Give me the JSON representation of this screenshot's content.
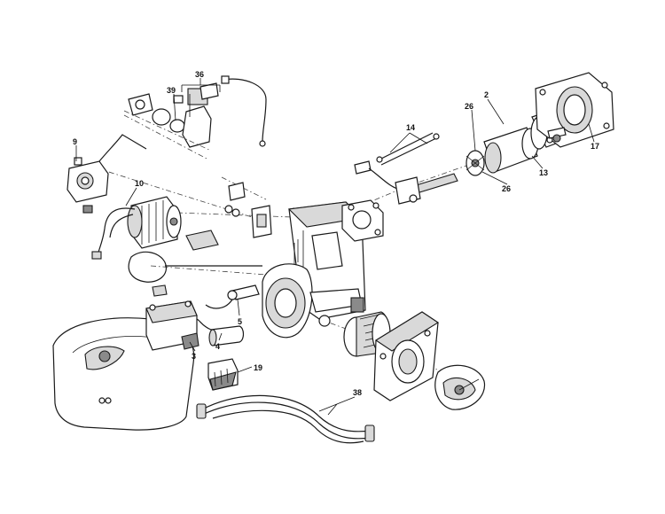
{
  "callouts": [
    {
      "id": "36",
      "text": "36"
    },
    {
      "id": "39",
      "text": "39"
    },
    {
      "id": "9",
      "text": "9"
    },
    {
      "id": "10",
      "text": "10"
    },
    {
      "id": "14",
      "text": "14"
    },
    {
      "id": "26a",
      "text": "26"
    },
    {
      "id": "2",
      "text": "2"
    },
    {
      "id": "26b",
      "text": "26"
    },
    {
      "id": "13",
      "text": "13"
    },
    {
      "id": "17",
      "text": "17"
    },
    {
      "id": "5",
      "text": "5"
    },
    {
      "id": "4",
      "text": "4"
    },
    {
      "id": "3",
      "text": "3"
    },
    {
      "id": "19",
      "text": "19"
    },
    {
      "id": "38",
      "text": "38"
    }
  ]
}
